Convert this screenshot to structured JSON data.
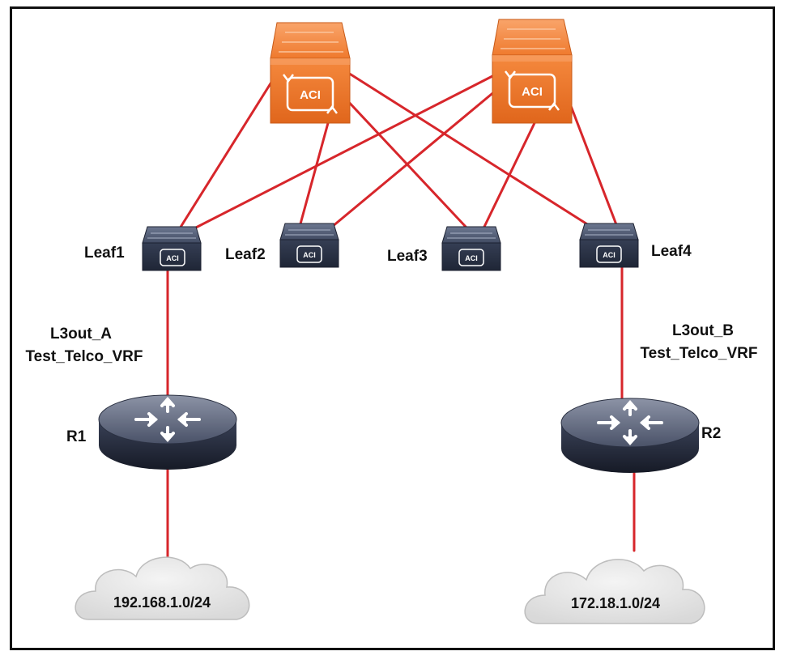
{
  "colors": {
    "link": "#d7262b",
    "spine_orange": "#f37321",
    "leaf_dark": "#2d3648",
    "router_dark": "#2a3041",
    "cloud": "#e6e6e6",
    "border": "#111111"
  },
  "spines": [
    {
      "badge": "ACI",
      "icon": "aci-spine-switch-icon"
    },
    {
      "badge": "ACI",
      "icon": "aci-spine-switch-icon"
    }
  ],
  "leaves": [
    {
      "label": "Leaf1",
      "badge": "ACI"
    },
    {
      "label": "Leaf2",
      "badge": "ACI"
    },
    {
      "label": "Leaf3",
      "badge": "ACI"
    },
    {
      "label": "Leaf4",
      "badge": "ACI"
    }
  ],
  "routers": [
    {
      "label": "R1"
    },
    {
      "label": "R2"
    }
  ],
  "l3outs": [
    {
      "name": "L3out_A",
      "vrf": "Test_Telco_VRF"
    },
    {
      "name": "L3out_B",
      "vrf": "Test_Telco_VRF"
    }
  ],
  "networks": [
    {
      "prefix": "192.168.1.0/24"
    },
    {
      "prefix": "172.18.1.0/24"
    }
  ]
}
